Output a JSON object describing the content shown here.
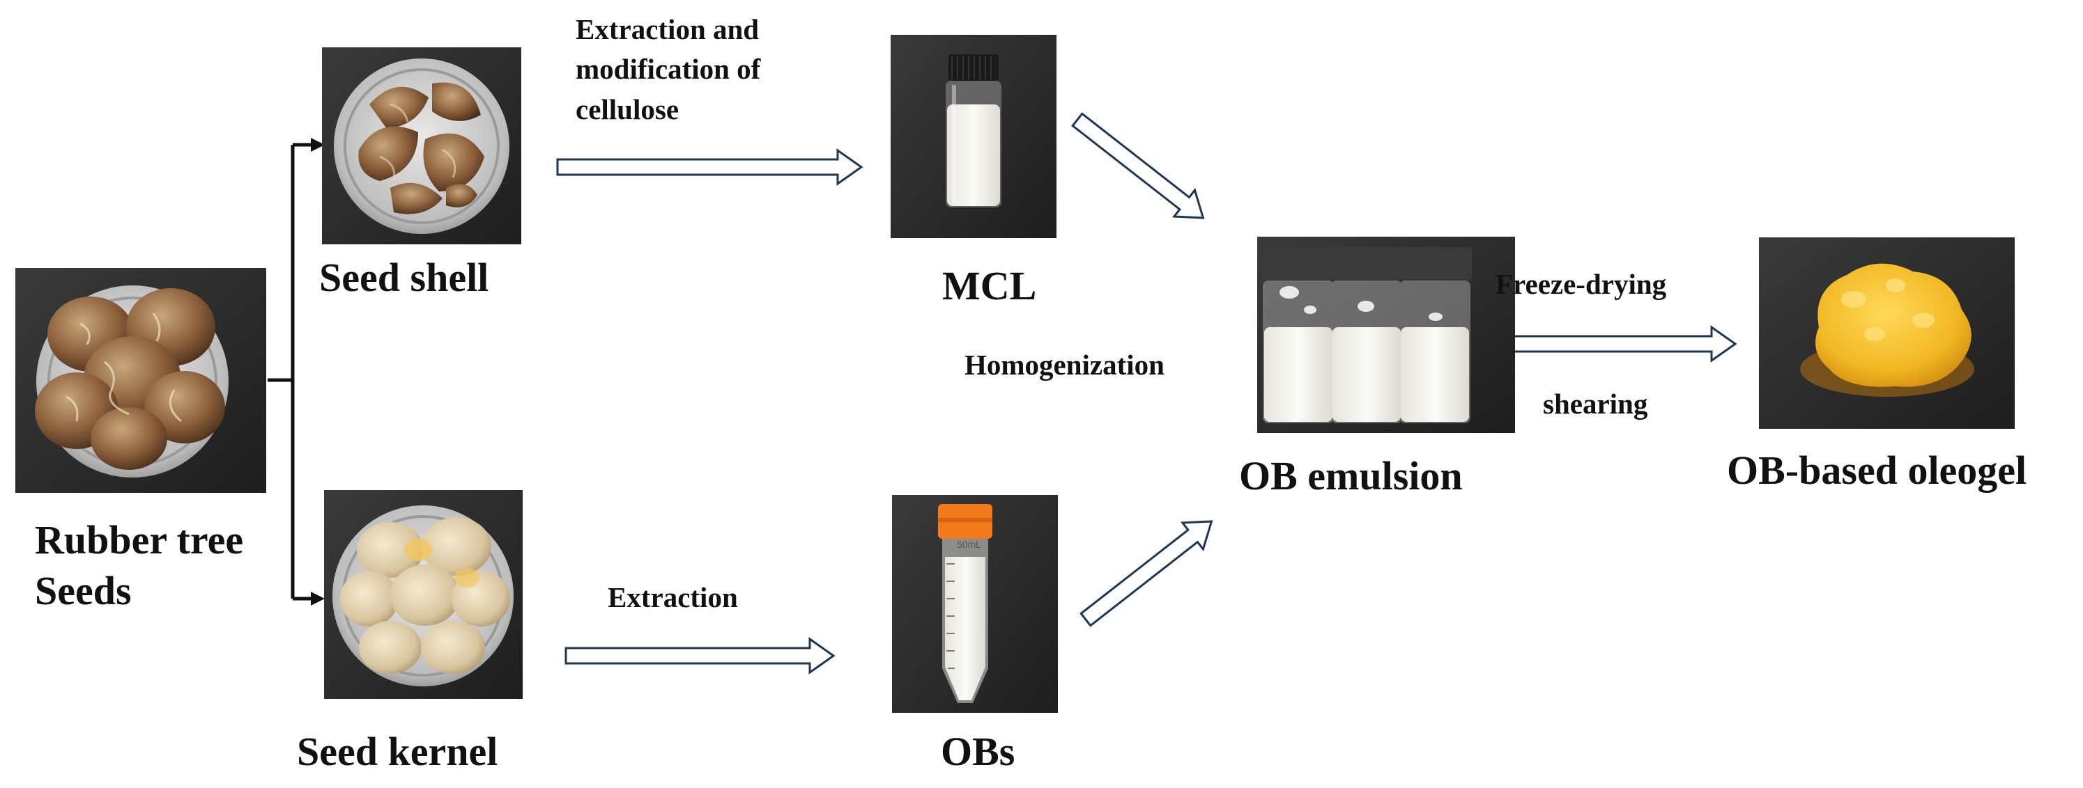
{
  "nodes": {
    "rubber_tree_seeds": {
      "label_line1": "Rubber tree",
      "label_line2": "Seeds"
    },
    "seed_shell": {
      "label": "Seed shell"
    },
    "seed_kernel": {
      "label": "Seed kernel"
    },
    "mcl": {
      "label": "MCL"
    },
    "obs": {
      "label": "OBs",
      "tube_marking": "50mL"
    },
    "ob_emulsion": {
      "label": "OB emulsion"
    },
    "ob_oleogel": {
      "label": "OB-based oleogel"
    }
  },
  "steps": {
    "shell_to_mcl": {
      "line1": "Extraction and",
      "line2": "modification of",
      "line3": "cellulose"
    },
    "kernel_to_obs": {
      "label": "Extraction"
    },
    "to_emulsion": {
      "label": "Homogenization"
    },
    "emulsion_to_oleogel": {
      "above": "Freeze-drying",
      "below": "shearing"
    }
  },
  "colors": {
    "arrow_outline": "#1f3550",
    "connector": "#111111",
    "photo_background": "#2b2b2b",
    "tube_cap": "#f27a1a",
    "oleogel": "#f2b824",
    "bottle_cap": "#3a3a3a",
    "emulsion": "#f0efe8"
  }
}
